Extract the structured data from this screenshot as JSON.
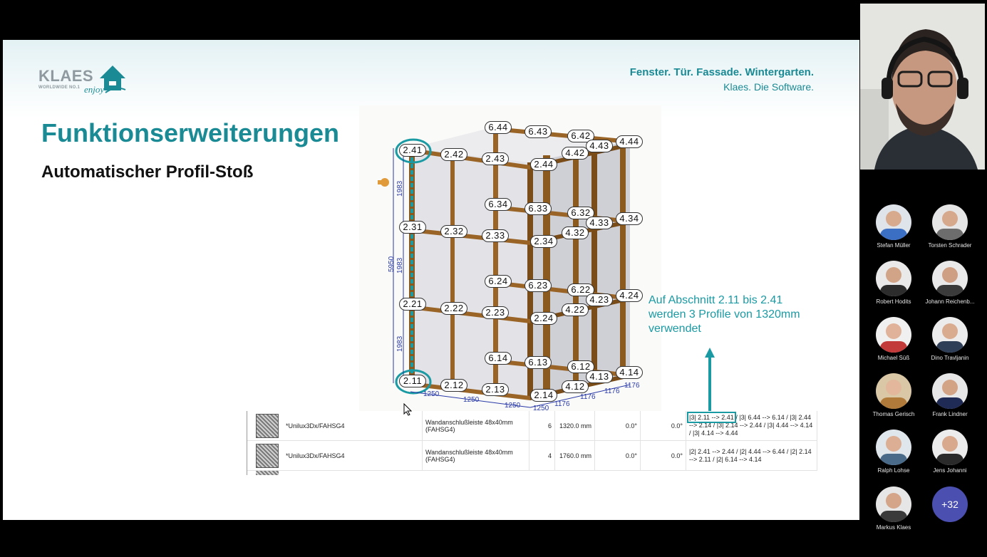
{
  "slide": {
    "logo": {
      "word": "KLAES",
      "sub": "WORLDWIDE NO.1",
      "enjoy": "enjoy"
    },
    "tagline_line1": "Fenster. Tür. Fassade. Wintergarten.",
    "tagline_line2": "Klaes. Die Software.",
    "title": "Funktionserweiterungen",
    "subtitle": "Automatischer Profil-Stoß",
    "callout": "Auf Abschnitt 2.11 bis 2.41 werden 3 Profile von 1320mm verwendet",
    "drawing": {
      "labels": [
        "6.44",
        "6.43",
        "6.42",
        "4.44",
        "2.41",
        "2.42",
        "2.43",
        "2.44",
        "4.42",
        "4.43",
        "6.34",
        "6.33",
        "6.32",
        "4.34",
        "2.31",
        "2.32",
        "2.33",
        "2.34",
        "4.32",
        "4.33",
        "6.24",
        "6.23",
        "6.22",
        "4.24",
        "2.21",
        "2.22",
        "2.23",
        "2.24",
        "4.22",
        "4.23",
        "6.14",
        "6.13",
        "6.12",
        "4.14",
        "2.11",
        "2.12",
        "2.13",
        "2.14",
        "4.12",
        "4.13"
      ],
      "dims": {
        "v1": "1983",
        "v2": "1983",
        "v3": "1983",
        "total": "5950",
        "h1": "1250",
        "h2": "1250",
        "h3": "1250",
        "h4": "1250",
        "d1": "1176",
        "d2": "1176",
        "d3": "1176",
        "d4": "1176"
      }
    },
    "table": {
      "rows": [
        {
          "article": "*Unilux3Dx/FAHSG4",
          "description": "Wandanschlußleiste 48x40mm (FAHSG4)",
          "qty": "6",
          "length": "1320.0 mm",
          "angle1": "0.0°",
          "angle2": "0.0°",
          "highlight": "|3| 2.11 --> 2.41",
          "sections": "/ |3| 6.44 --> 6.14 / |3| 2.44 --> 2.14 / |3| 2.14 --> 2.44 / |3| 4.44 --> 4.14 / |3| 4.14 --> 4.44"
        },
        {
          "article": "*Unilux3Dx/FAHSG4",
          "description": "Wandanschlußleiste 48x40mm (FAHSG4)",
          "qty": "4",
          "length": "1760.0 mm",
          "angle1": "0.0°",
          "angle2": "0.0°",
          "highlight": "",
          "sections": "|2| 2.41 --> 2.44 / |2| 4.44 --> 6.44 / |2| 2.14 --> 2.11 / |2| 6.14 --> 4.14"
        }
      ]
    }
  },
  "participants": [
    {
      "name": "Stefan Müller",
      "color": "#3b6fc4"
    },
    {
      "name": "Torsten Schrader",
      "color": "#6d6d6d"
    },
    {
      "name": "Robert Hodits",
      "color": "#2c2c2c"
    },
    {
      "name": "Johann Reichenb...",
      "color": "#3a3a3a"
    },
    {
      "name": "Michael Süß",
      "color": "#c23a3a"
    },
    {
      "name": "Dino Travljanin",
      "color": "#2f3e57"
    },
    {
      "name": "Thomas Gerisch",
      "color": "#b07a3a"
    },
    {
      "name": "Frank Lindner",
      "color": "#1f2a55"
    },
    {
      "name": "Ralph Lohse",
      "color": "#4a6a8a"
    },
    {
      "name": "Jens Johanni",
      "color": "#2a2a2a"
    },
    {
      "name": "Markus Klaes",
      "color": "#3a3a3a"
    }
  ],
  "more_count": "+32",
  "colors": {
    "accent": "#1a8a94",
    "callout": "#1a9aa3",
    "more_button": "#4b4fb0"
  }
}
